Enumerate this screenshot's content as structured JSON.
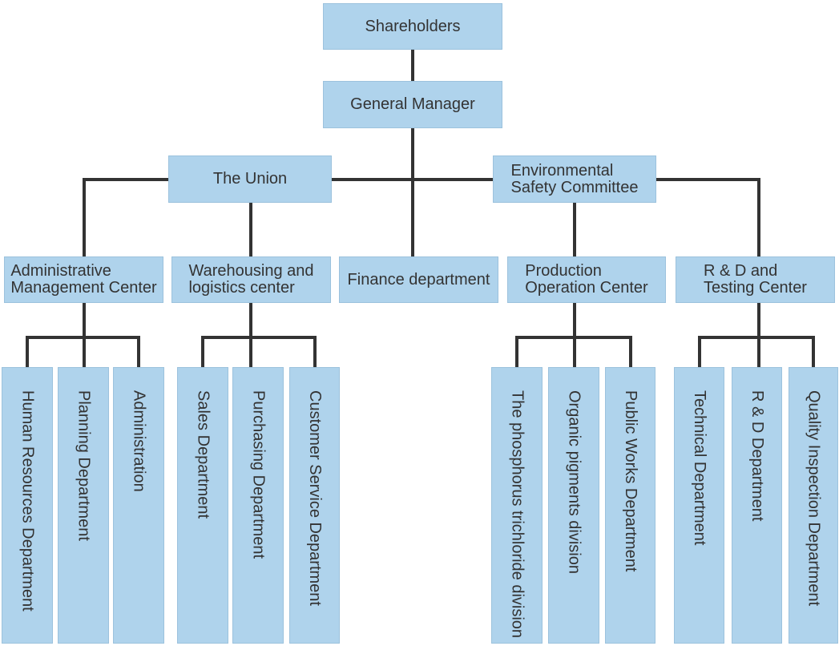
{
  "colors": {
    "background": "#ffffff",
    "box_fill": "#afd3ec",
    "box_border": "#9cc2dd",
    "line": "#333333",
    "text": "#333333"
  },
  "nodes": {
    "shareholders": "Shareholders",
    "general_manager": "General Manager",
    "the_union": "The Union",
    "env_safety": "Environmental\nSafety Committee",
    "admin_center": "Administrative\nManagement Center",
    "warehousing": "Warehousing and\nlogistics center",
    "finance": "Finance department",
    "production": "Production\nOperation Center",
    "rd_testing": "R & D and\nTesting Center",
    "human_resources": "Human Resources Department",
    "planning": "Planning Department",
    "administration": "Administration",
    "sales": "Sales Department",
    "purchasing": "Purchasing Department",
    "customer_service": "Customer Service Department",
    "phosphorus": "The phosphorus trichloride division",
    "organic": "Organic pigments division",
    "public_works": "Public Works Department",
    "technical": "Technical Department",
    "rd_department": "R & D Department",
    "quality": "Quality Inspection Department"
  },
  "edges": [
    {
      "from": "Shareholders",
      "to": "General Manager"
    },
    {
      "from": "General Manager",
      "to": "The Union"
    },
    {
      "from": "General Manager",
      "to": "Environmental Safety Committee"
    },
    {
      "from": "General Manager",
      "to": "Finance department"
    },
    {
      "from": "The Union",
      "to": "Administrative Management Center"
    },
    {
      "from": "The Union",
      "to": "Warehousing and logistics center"
    },
    {
      "from": "Environmental Safety Committee",
      "to": "Production Operation Center"
    },
    {
      "from": "Environmental Safety Committee",
      "to": "R & D and Testing Center"
    },
    {
      "from": "Administrative Management Center",
      "to": "Human Resources Department"
    },
    {
      "from": "Administrative Management Center",
      "to": "Planning Department"
    },
    {
      "from": "Administrative Management Center",
      "to": "Administration"
    },
    {
      "from": "Warehousing and logistics center",
      "to": "Sales Department"
    },
    {
      "from": "Warehousing and logistics center",
      "to": "Purchasing Department"
    },
    {
      "from": "Warehousing and logistics center",
      "to": "Customer Service Department"
    },
    {
      "from": "Production Operation Center",
      "to": "The phosphorus trichloride division"
    },
    {
      "from": "Production Operation Center",
      "to": "Organic pigments division"
    },
    {
      "from": "Production Operation Center",
      "to": "Public Works Department"
    },
    {
      "from": "R & D and Testing Center",
      "to": "Technical Department"
    },
    {
      "from": "R & D and Testing Center",
      "to": "R & D Department"
    },
    {
      "from": "R & D and Testing Center",
      "to": "Quality Inspection Department"
    }
  ]
}
